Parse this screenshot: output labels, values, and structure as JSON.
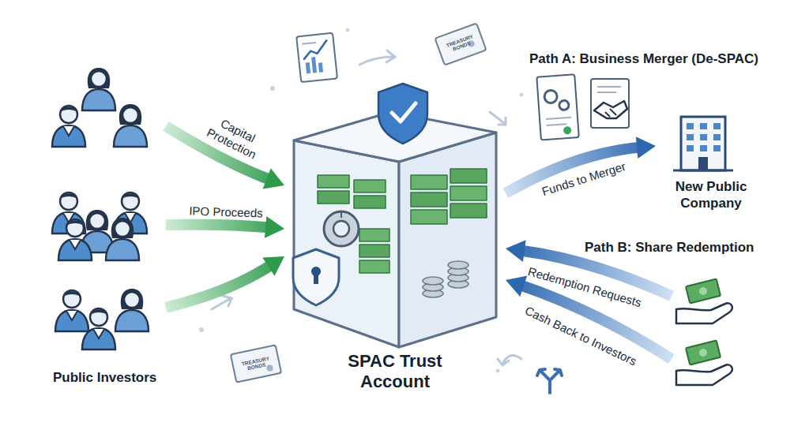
{
  "diagram": {
    "nodes": [
      {
        "text": [
          "Public Investors"
        ]
      },
      {
        "text": [
          "SPAC Trust Account"
        ]
      },
      {
        "text": [
          "New Public Company"
        ]
      },
      {
        "text": [
          "Path B: Share Redemption"
        ]
      }
    ],
    "edges": [
      {
        "from": 0,
        "to": 1,
        "label": "Capital Protection",
        "arrow": "to"
      },
      {
        "from": 0,
        "to": 1,
        "label": "IPO Proceeds",
        "arrow": "to"
      },
      {
        "from": 0,
        "to": 1,
        "arrow": "to"
      },
      {
        "from": 1,
        "to": 2,
        "label": "Funds to Merger",
        "arrow": "to"
      },
      {
        "from": 3,
        "to": 1,
        "label": "Redemption Requests",
        "arrow": "to"
      },
      {
        "from": 3,
        "to": 1,
        "label": "Cash Back to Investors",
        "arrow": "to"
      }
    ],
    "labels": [
      "Path A: Business Merger (De-SPAC)",
      "TREASURY BONDS",
      "TREASURY BONDS"
    ]
  }
}
